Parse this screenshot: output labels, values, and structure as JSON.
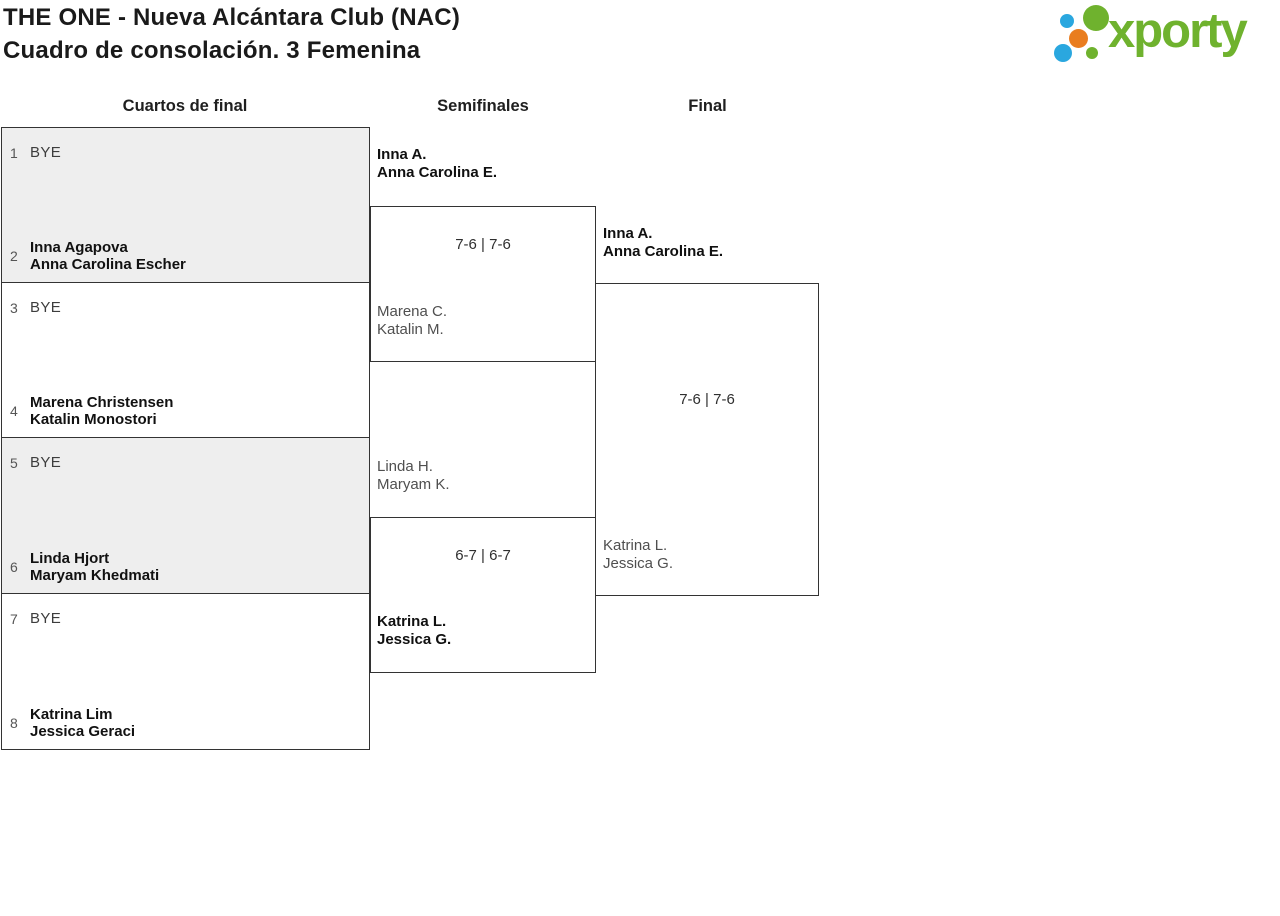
{
  "header": {
    "title_line1": "THE ONE - Nueva Alcántara Club (NAC)",
    "title_line2": "Cuadro de consolación. 3 Femenina"
  },
  "logo": {
    "wordmark": "xporty",
    "colors": {
      "green": "#6fb22e",
      "blue": "#2aa7df",
      "orange": "#e97d1f"
    }
  },
  "rounds": {
    "quarterfinals_label": "Cuartos de final",
    "semifinals_label": "Semifinales",
    "final_label": "Final"
  },
  "bracket": {
    "quarterfinals": [
      {
        "shaded": true,
        "slots": [
          {
            "seed": "1",
            "lines": [
              "BYE"
            ]
          },
          {
            "seed": "2",
            "lines": [
              "Inna Agapova",
              "Anna Carolina Escher"
            ]
          }
        ]
      },
      {
        "shaded": false,
        "slots": [
          {
            "seed": "3",
            "lines": [
              "BYE"
            ]
          },
          {
            "seed": "4",
            "lines": [
              "Marena Christensen",
              "Katalin Monostori"
            ]
          }
        ]
      },
      {
        "shaded": true,
        "slots": [
          {
            "seed": "5",
            "lines": [
              "BYE"
            ]
          },
          {
            "seed": "6",
            "lines": [
              "Linda Hjort",
              "Maryam Khedmati"
            ]
          }
        ]
      },
      {
        "shaded": false,
        "slots": [
          {
            "seed": "7",
            "lines": [
              "BYE"
            ]
          },
          {
            "seed": "8",
            "lines": [
              "Katrina Lim",
              "Jessica Geraci"
            ]
          }
        ]
      }
    ],
    "semifinals": [
      {
        "team1": {
          "lines": [
            "Inna A.",
            "Anna Carolina E."
          ],
          "winner": true
        },
        "score": "7-6 | 7-6",
        "team2": {
          "lines": [
            "Marena C.",
            "Katalin M."
          ],
          "winner": false
        }
      },
      {
        "team1": {
          "lines": [
            "Linda H.",
            "Maryam K."
          ],
          "winner": false
        },
        "score": "6-7 | 6-7",
        "team2": {
          "lines": [
            "Katrina L.",
            "Jessica G."
          ],
          "winner": true
        }
      }
    ],
    "final": {
      "team1": {
        "lines": [
          "Inna A.",
          "Anna Carolina E."
        ],
        "winner": true
      },
      "score": "7-6 | 7-6",
      "team2": {
        "lines": [
          "Katrina L.",
          "Jessica G."
        ],
        "winner": false
      }
    }
  }
}
